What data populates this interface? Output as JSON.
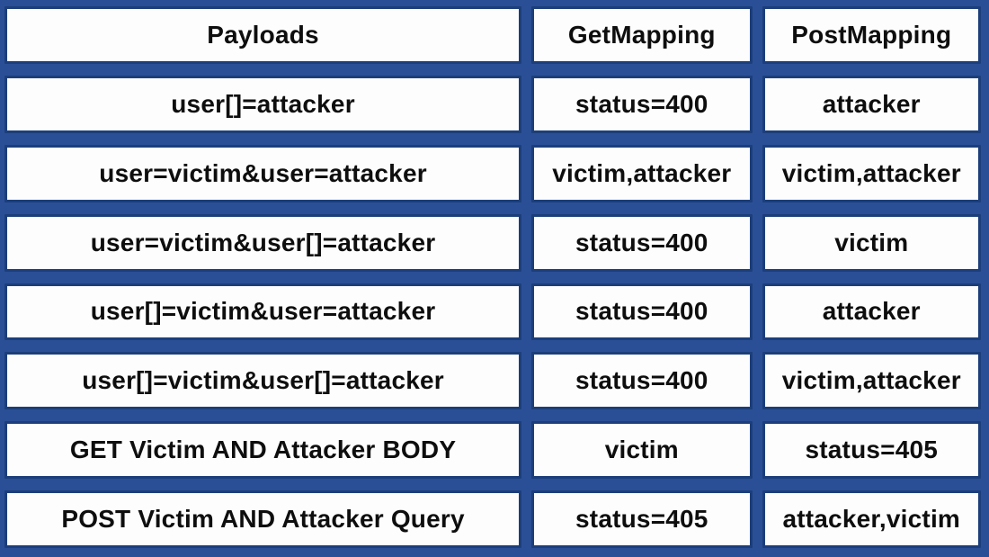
{
  "chart_data": {
    "type": "table",
    "title": "",
    "columns": [
      "Payloads",
      "GetMapping",
      "PostMapping"
    ],
    "rows": [
      [
        "user[]=attacker",
        "status=400",
        "attacker"
      ],
      [
        "user=victim&user=attacker",
        "victim,attacker",
        "victim,attacker"
      ],
      [
        "user=victim&user[]=attacker",
        "status=400",
        "victim"
      ],
      [
        "user[]=victim&user=attacker",
        "status=400",
        "attacker"
      ],
      [
        "user[]=victim&user[]=attacker",
        "status=400",
        "victim,attacker"
      ],
      [
        "GET Victim AND Attacker BODY",
        "victim",
        "status=405"
      ],
      [
        "POST Victim AND Attacker Query",
        "status=405",
        "attacker,victim"
      ]
    ],
    "layout": {
      "grid": "3-column table, header row + 7 data rows, all cells centered bold text"
    }
  },
  "colors": {
    "background": "#2a4f96",
    "cell_border": "#1c3e7a",
    "cell_background": "#fdfdfd",
    "text": "#0e0e0e"
  }
}
